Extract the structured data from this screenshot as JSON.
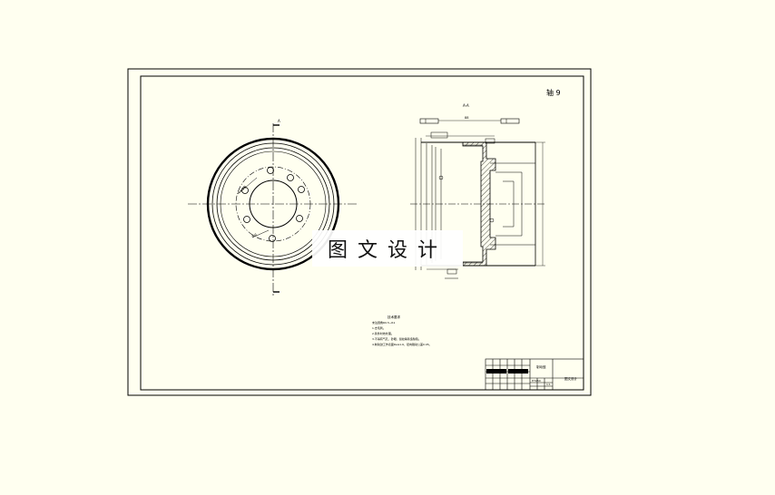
{
  "drawing": {
    "corner_label": "轴 9",
    "section_label": "A-A",
    "callout_label": "A",
    "notes_title": "技术要求",
    "notes": [
      "未注圆角R0.5~R1",
      "1.去毛刺。",
      "2.铸件时效处理。",
      "3.不得有气孔、砂眼、裂纹等铸造缺陷。",
      "4.制动鼓工作表面Ra≤1.6，径向跳动公差0.05。"
    ],
    "title_block": {
      "part_name": "制动鼓",
      "company": "图文设计",
      "material": "HT250",
      "scale": "1:1"
    }
  },
  "watermark": {
    "text": "图文设计"
  },
  "colors": {
    "paper": "#fffff0",
    "line": "#000000",
    "watermark_bg": "#ffffff"
  }
}
